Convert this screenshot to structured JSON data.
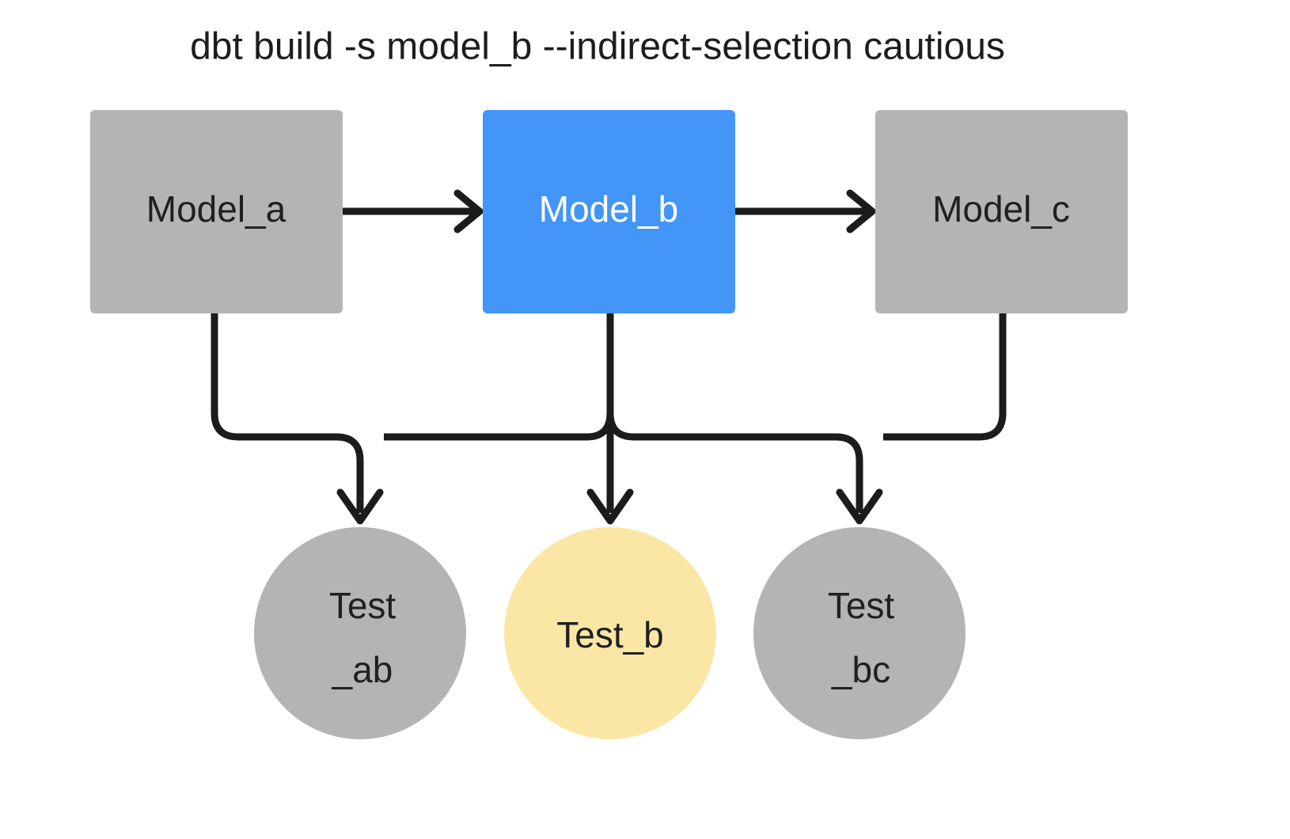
{
  "title": "dbt build -s model_b --indirect-selection cautious",
  "colors": {
    "background": "#ffffff",
    "node_gray": "#b4b4b4",
    "node_blue": "#4395f7",
    "node_yellow": "#fae7a6",
    "edge": "#1c1c1c",
    "text_dark": "#202020",
    "text_light": "#ffffff"
  },
  "models": [
    {
      "id": "model_a",
      "label": "Model_a",
      "state": "unselected",
      "fill": "#b4b4b4",
      "text_color": "#202020"
    },
    {
      "id": "model_b",
      "label": "Model_b",
      "state": "selected",
      "fill": "#4395f7",
      "text_color": "#ffffff"
    },
    {
      "id": "model_c",
      "label": "Model_c",
      "state": "unselected",
      "fill": "#b4b4b4",
      "text_color": "#202020"
    }
  ],
  "tests": [
    {
      "id": "test_ab",
      "label_line1": "Test",
      "label_line2": "_ab",
      "label": "Test_ab",
      "state": "not-run",
      "fill": "#b4b4b4",
      "text_color": "#202020"
    },
    {
      "id": "test_b",
      "label_line1": "Test_b",
      "label_line2": "",
      "label": "Test_b",
      "state": "run",
      "fill": "#fae7a6",
      "text_color": "#202020"
    },
    {
      "id": "test_bc",
      "label_line1": "Test",
      "label_line2": "_bc",
      "label": "Test_bc",
      "state": "not-run",
      "fill": "#b4b4b4",
      "text_color": "#202020"
    }
  ],
  "edges": [
    {
      "id": "edge-model-a-to-model-b",
      "from": "model_a",
      "to": "model_b",
      "kind": "straight"
    },
    {
      "id": "edge-model-b-to-model-c",
      "from": "model_b",
      "to": "model_c",
      "kind": "straight"
    },
    {
      "id": "edge-model-a-to-test-ab",
      "from": "model_a",
      "to": "test_ab",
      "kind": "elbow"
    },
    {
      "id": "edge-model-b-to-test-ab",
      "from": "model_b",
      "to": "test_ab",
      "kind": "elbow"
    },
    {
      "id": "edge-model-b-to-test-b",
      "from": "model_b",
      "to": "test_b",
      "kind": "straight"
    },
    {
      "id": "edge-model-b-to-test-bc",
      "from": "model_b",
      "to": "test_bc",
      "kind": "elbow"
    },
    {
      "id": "edge-model-c-to-test-bc",
      "from": "model_c",
      "to": "test_bc",
      "kind": "elbow"
    }
  ],
  "chart_data": {
    "type": "diagram",
    "title": "dbt build -s model_b --indirect-selection cautious",
    "nodes": [
      {
        "id": "model_a",
        "label": "Model_a",
        "shape": "rect",
        "color": "#b4b4b4"
      },
      {
        "id": "model_b",
        "label": "Model_b",
        "shape": "rect",
        "color": "#4395f7"
      },
      {
        "id": "model_c",
        "label": "Model_c",
        "shape": "rect",
        "color": "#b4b4b4"
      },
      {
        "id": "test_ab",
        "label": "Test_ab",
        "shape": "circle",
        "color": "#b4b4b4"
      },
      {
        "id": "test_b",
        "label": "Test_b",
        "shape": "circle",
        "color": "#fae7a6"
      },
      {
        "id": "test_bc",
        "label": "Test_bc",
        "shape": "circle",
        "color": "#b4b4b4"
      }
    ],
    "links": [
      [
        "model_a",
        "model_b"
      ],
      [
        "model_b",
        "model_c"
      ],
      [
        "model_a",
        "test_ab"
      ],
      [
        "model_b",
        "test_ab"
      ],
      [
        "model_b",
        "test_b"
      ],
      [
        "model_b",
        "test_bc"
      ],
      [
        "model_c",
        "test_bc"
      ]
    ]
  }
}
